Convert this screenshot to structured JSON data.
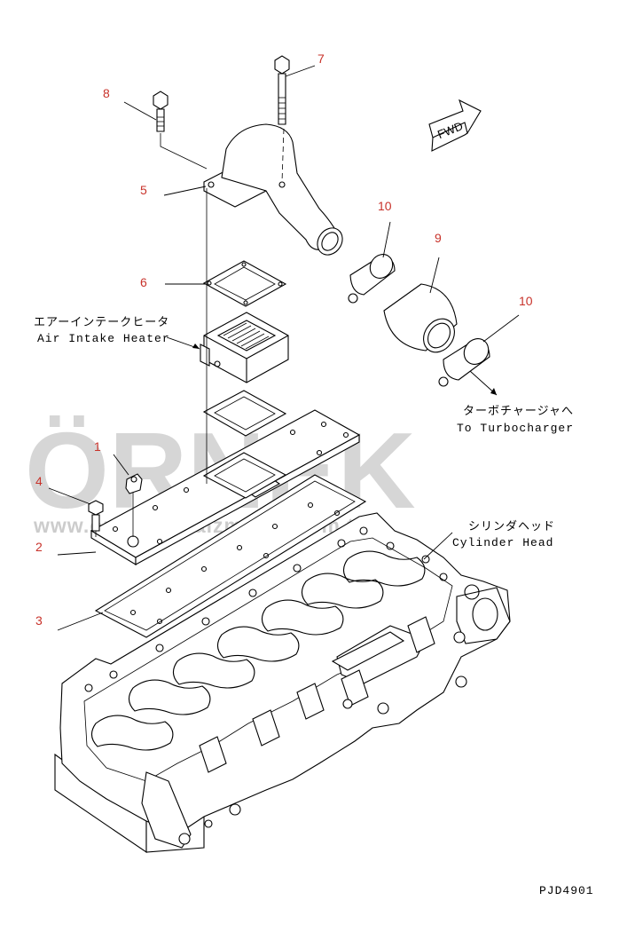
{
  "callouts": {
    "c1": "1",
    "c2": "2",
    "c3": "3",
    "c4": "4",
    "c5": "5",
    "c6": "6",
    "c7": "7",
    "c8": "8",
    "c9": "9",
    "c10a": "10",
    "c10b": "10"
  },
  "labels": {
    "heater_jp": "エアーインテークヒータ",
    "heater_en": "Air Intake Heater",
    "turbo_jp": "ターボチャージャへ",
    "turbo_en": "To Turbocharger",
    "head_jp": "シリンダヘッド",
    "head_en": "Cylinder Head",
    "fwd": "FWD",
    "drawing_code": "PJD4901"
  },
  "watermark": {
    "brand": "ÖRNEK",
    "url": "www.orneklismalzmalari.com.tr",
    "color": "#c9c9c9",
    "accent": "#e3c77a"
  },
  "colors": {
    "callout": "#c8322a",
    "line": "#000000"
  }
}
